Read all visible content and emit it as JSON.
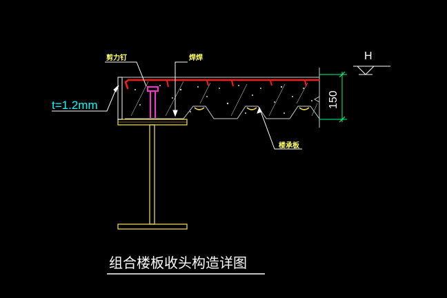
{
  "labels": {
    "shear_stud": "剪力钉",
    "weld": "焊焊",
    "thickness": "t=1.2mm",
    "level_mark": "H",
    "deck": "楼承板",
    "slab_depth": "150"
  },
  "title": "组合楼板收头构造详图",
  "colors": {
    "background": "#000000",
    "steel": "#e6d35a",
    "rebar": "#ff1a1a",
    "stud": "#ff2fd0",
    "concrete": "#cfcfcf",
    "dimension": "#00ff7f",
    "leader": "#ffffff",
    "text_yellow": "#ffff66",
    "text_cyan": "#00ffff"
  }
}
